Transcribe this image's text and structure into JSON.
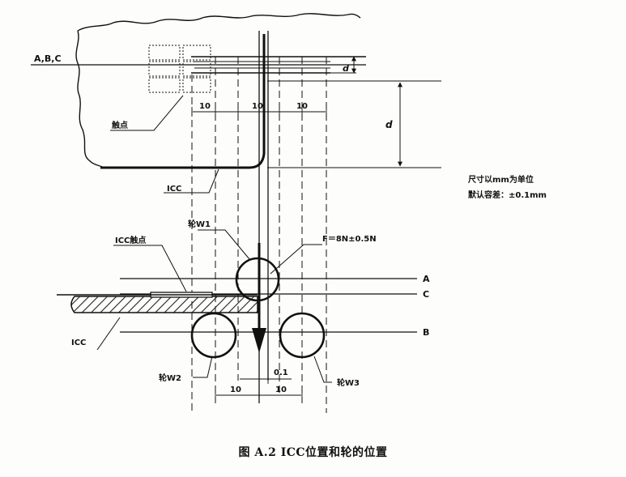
{
  "labels": {
    "abc": "A,B,C",
    "contact_top": "触点",
    "icc_top": "ICC",
    "d": "d",
    "dim_10_a": "10",
    "dim_10_b": "10",
    "dim_10_c": "10",
    "units_note": "尺寸以mm为单位",
    "tolerance_note": "默认容差：±0.1mm",
    "wheel_w1": "轮W1",
    "icc_contact": "ICC触点",
    "force": "F＝8N±0.5N",
    "line_a": "A",
    "line_c": "C",
    "line_b": "B",
    "icc_bottom": "ICC",
    "wheel_w2": "轮W2",
    "wheel_w3": "轮W3",
    "dim_01": "0.1",
    "dim_10_d": "10",
    "dim_10_e": "10"
  },
  "caption": "图 A.2   ICC位置和轮的位置",
  "colors": {
    "ink": "#111111",
    "paper": "#fdfdfb",
    "hatch": "#222222"
  }
}
